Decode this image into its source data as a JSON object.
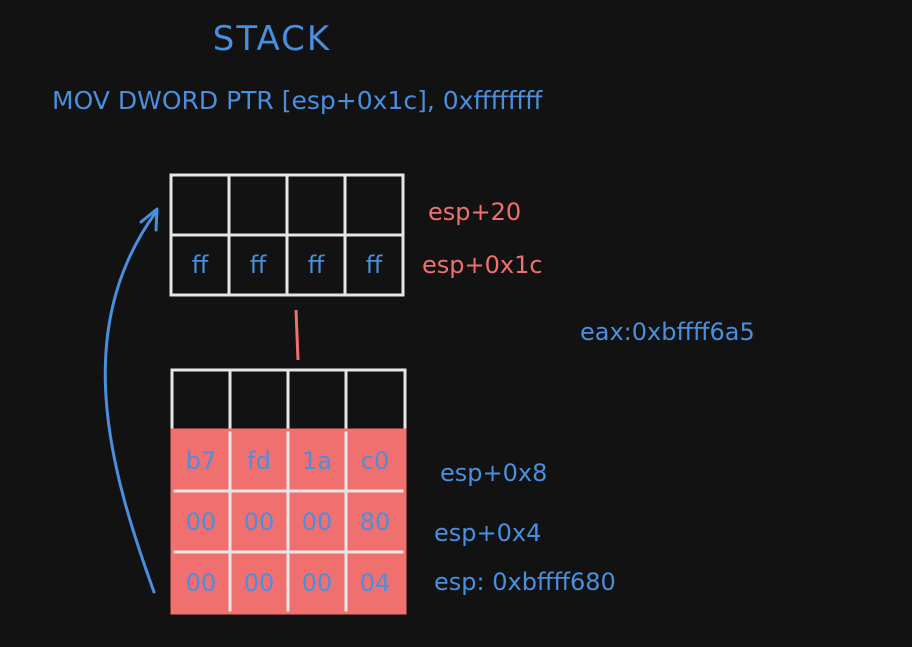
{
  "title": "STACK",
  "instruction": "MOV DWORD PTR [esp+0x1c], 0xffffffff",
  "colors": {
    "background": "#121212",
    "blue": "#4a8fde",
    "red": "#f07070",
    "cell_fill_red": "#f07070",
    "white": "#e6e6e6"
  },
  "top_block": {
    "rows": [
      {
        "cells": [
          "",
          "",
          "",
          ""
        ],
        "label": "esp+20"
      },
      {
        "cells": [
          "ff",
          "ff",
          "ff",
          "ff"
        ],
        "label": "esp+0x1c"
      }
    ]
  },
  "register_note": "eax:0xbffff6a5",
  "bottom_block": {
    "rows": [
      {
        "cells": [
          "",
          "",
          "",
          ""
        ],
        "label": ""
      },
      {
        "cells": [
          "b7",
          "fd",
          "1a",
          "c0"
        ],
        "label": "esp+0x8"
      },
      {
        "cells": [
          "00",
          "00",
          "00",
          "80"
        ],
        "label": "esp+0x4"
      },
      {
        "cells": [
          "00",
          "00",
          "00",
          "04"
        ],
        "label": "esp: 0xbffff680"
      }
    ]
  }
}
